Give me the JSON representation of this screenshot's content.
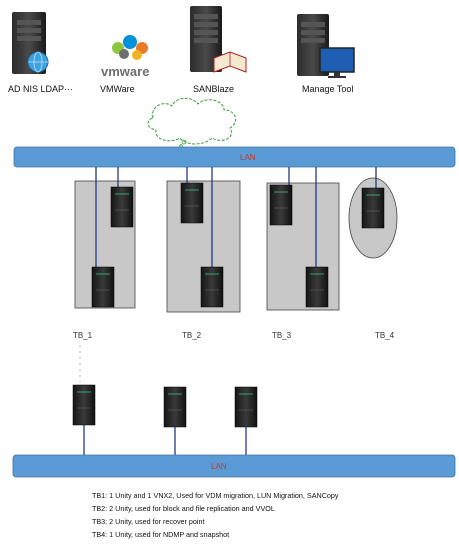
{
  "top_devices": [
    {
      "label": "AD NIS LDAP···",
      "icon": "globe-server-icon"
    },
    {
      "label": "VMWare",
      "icon": "vmware-logo",
      "logo_text": "vmware"
    },
    {
      "label": "SANBlaze",
      "icon": "book-server-icon"
    },
    {
      "label": "Manage Tool",
      "icon": "monitor-server-icon"
    }
  ],
  "networks": {
    "top": "LAN",
    "bottom": "LAN"
  },
  "testbeds": [
    {
      "label": "TB_1"
    },
    {
      "label": "TB_2"
    },
    {
      "label": "TB_3"
    },
    {
      "label": "TB_4"
    }
  ],
  "notes": [
    "TB1: 1 Unity and 1 VNX2, Used for VDM migration, LUN Migration, SANCopy",
    "TB2: 2 Unity, used for block and file replication and VVOL",
    "TB3: 2 Unity, used for recover point",
    "TB4: 1 Unity, used for NDMP and snapshot"
  ],
  "colors": {
    "lan_fill": "#5b9bd5",
    "group_fill": "#c8c8c8",
    "cable": "#1f3a8a"
  }
}
